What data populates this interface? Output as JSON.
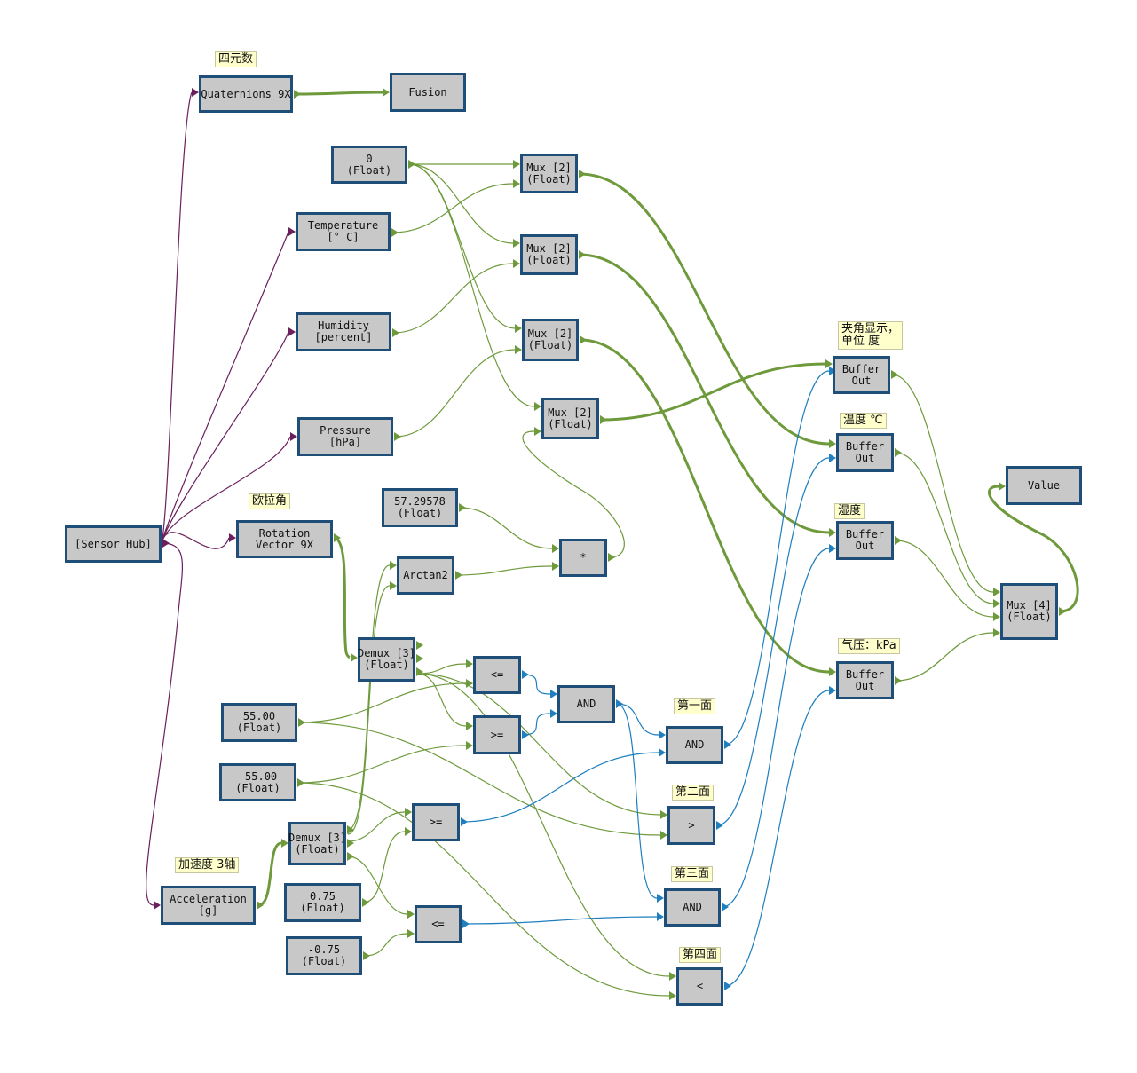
{
  "nodes": {
    "quaternions": "Quaternions 9X",
    "fusion": "Fusion",
    "const0": "0\n(Float)",
    "temperature": "Temperature\n[° C]",
    "humidity": "Humidity\n[percent]",
    "pressure": "Pressure\n[hPa]",
    "mux1": "Mux [2]\n(Float)",
    "mux2": "Mux [2]\n(Float)",
    "mux3": "Mux [2]\n(Float)",
    "mux4": "Mux [2]\n(Float)",
    "sensor_hub": "[Sensor Hub]",
    "rotation": "Rotation\nVector 9X",
    "const_deg": "57.29578\n(Float)",
    "arctan2": "Arctan2",
    "multiply": "*",
    "demux1": "Demux [3]\n(Float)",
    "cmp_le1": "<=",
    "cmp_ge1": ">=",
    "and_main": "AND",
    "const55": "55.00\n(Float)",
    "const_m55": "-55.00\n(Float)",
    "demux2": "Demux [3]\n(Float)",
    "cmp_ge2": ">=",
    "cmp_le2": "<=",
    "acceleration": "Acceleration\n[g]",
    "const075": "0.75\n(Float)",
    "const_m075": "-0.75\n(Float)",
    "and_face1": "AND",
    "gt_face2": ">",
    "and_face3": "AND",
    "lt_face4": "<",
    "buffer1": "Buffer\nOut",
    "buffer2": "Buffer\nOut",
    "buffer3": "Buffer\nOut",
    "buffer4": "Buffer\nOut",
    "value": "Value",
    "mux4f": "Mux [4]\n(Float)"
  },
  "notes": {
    "quaternion": "四元数",
    "euler": "欧拉角",
    "accel": "加速度 3轴",
    "angle": "夹角显示，\n单位 度",
    "temp": "温度 ℃",
    "humid": "湿度",
    "press": "气压：kPa",
    "face1": "第一面",
    "face2": "第二面",
    "face3": "第三面",
    "face4": "第四面"
  },
  "colors": {
    "sensor_wire": "#6b1f5c",
    "float_wire": "#6e9a3c",
    "bool_wire": "#1f7fbf",
    "node_fill": "#c8c8c8",
    "node_border": "#1f4e79",
    "note_fill": "#ffffcc"
  }
}
